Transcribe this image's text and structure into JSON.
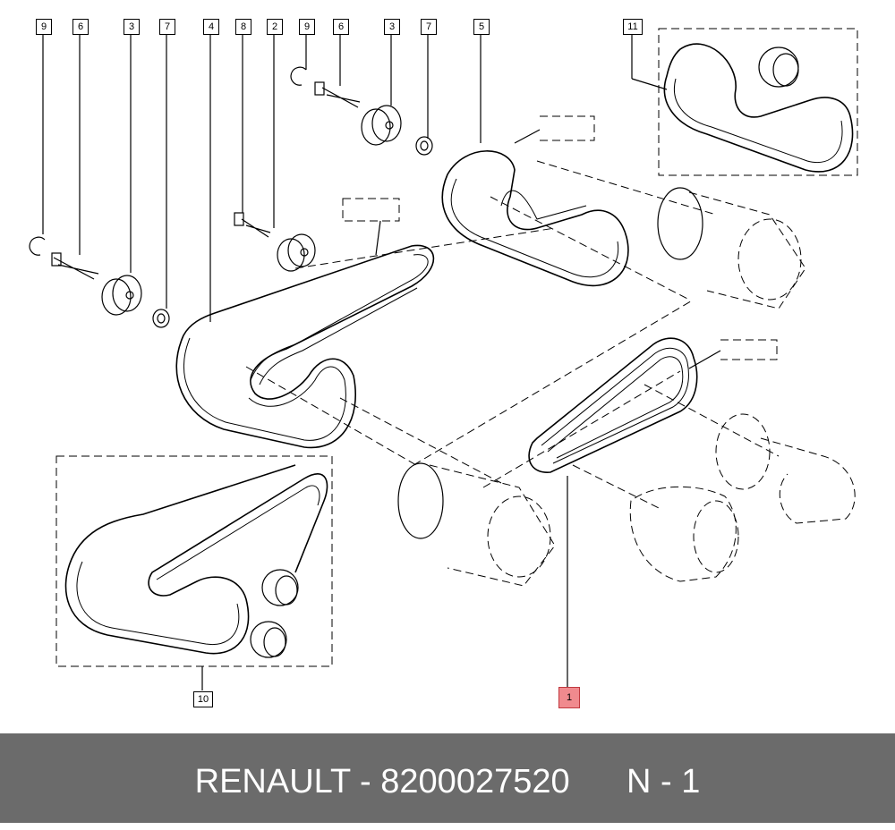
{
  "callouts": {
    "top_row": [
      "9",
      "6",
      "3",
      "7",
      "4",
      "8",
      "2",
      "9",
      "6",
      "3",
      "7",
      "5"
    ],
    "kit_top_right": "11",
    "kit_bottom_left": "10",
    "highlighted_part": "1"
  },
  "footer": {
    "brand": "RENAULT",
    "separator": " - ",
    "part_number": "8200027520",
    "position_label": "N - 1"
  },
  "colors": {
    "footer_bg": "#6b6b6b",
    "highlight": "#f08a8e"
  }
}
